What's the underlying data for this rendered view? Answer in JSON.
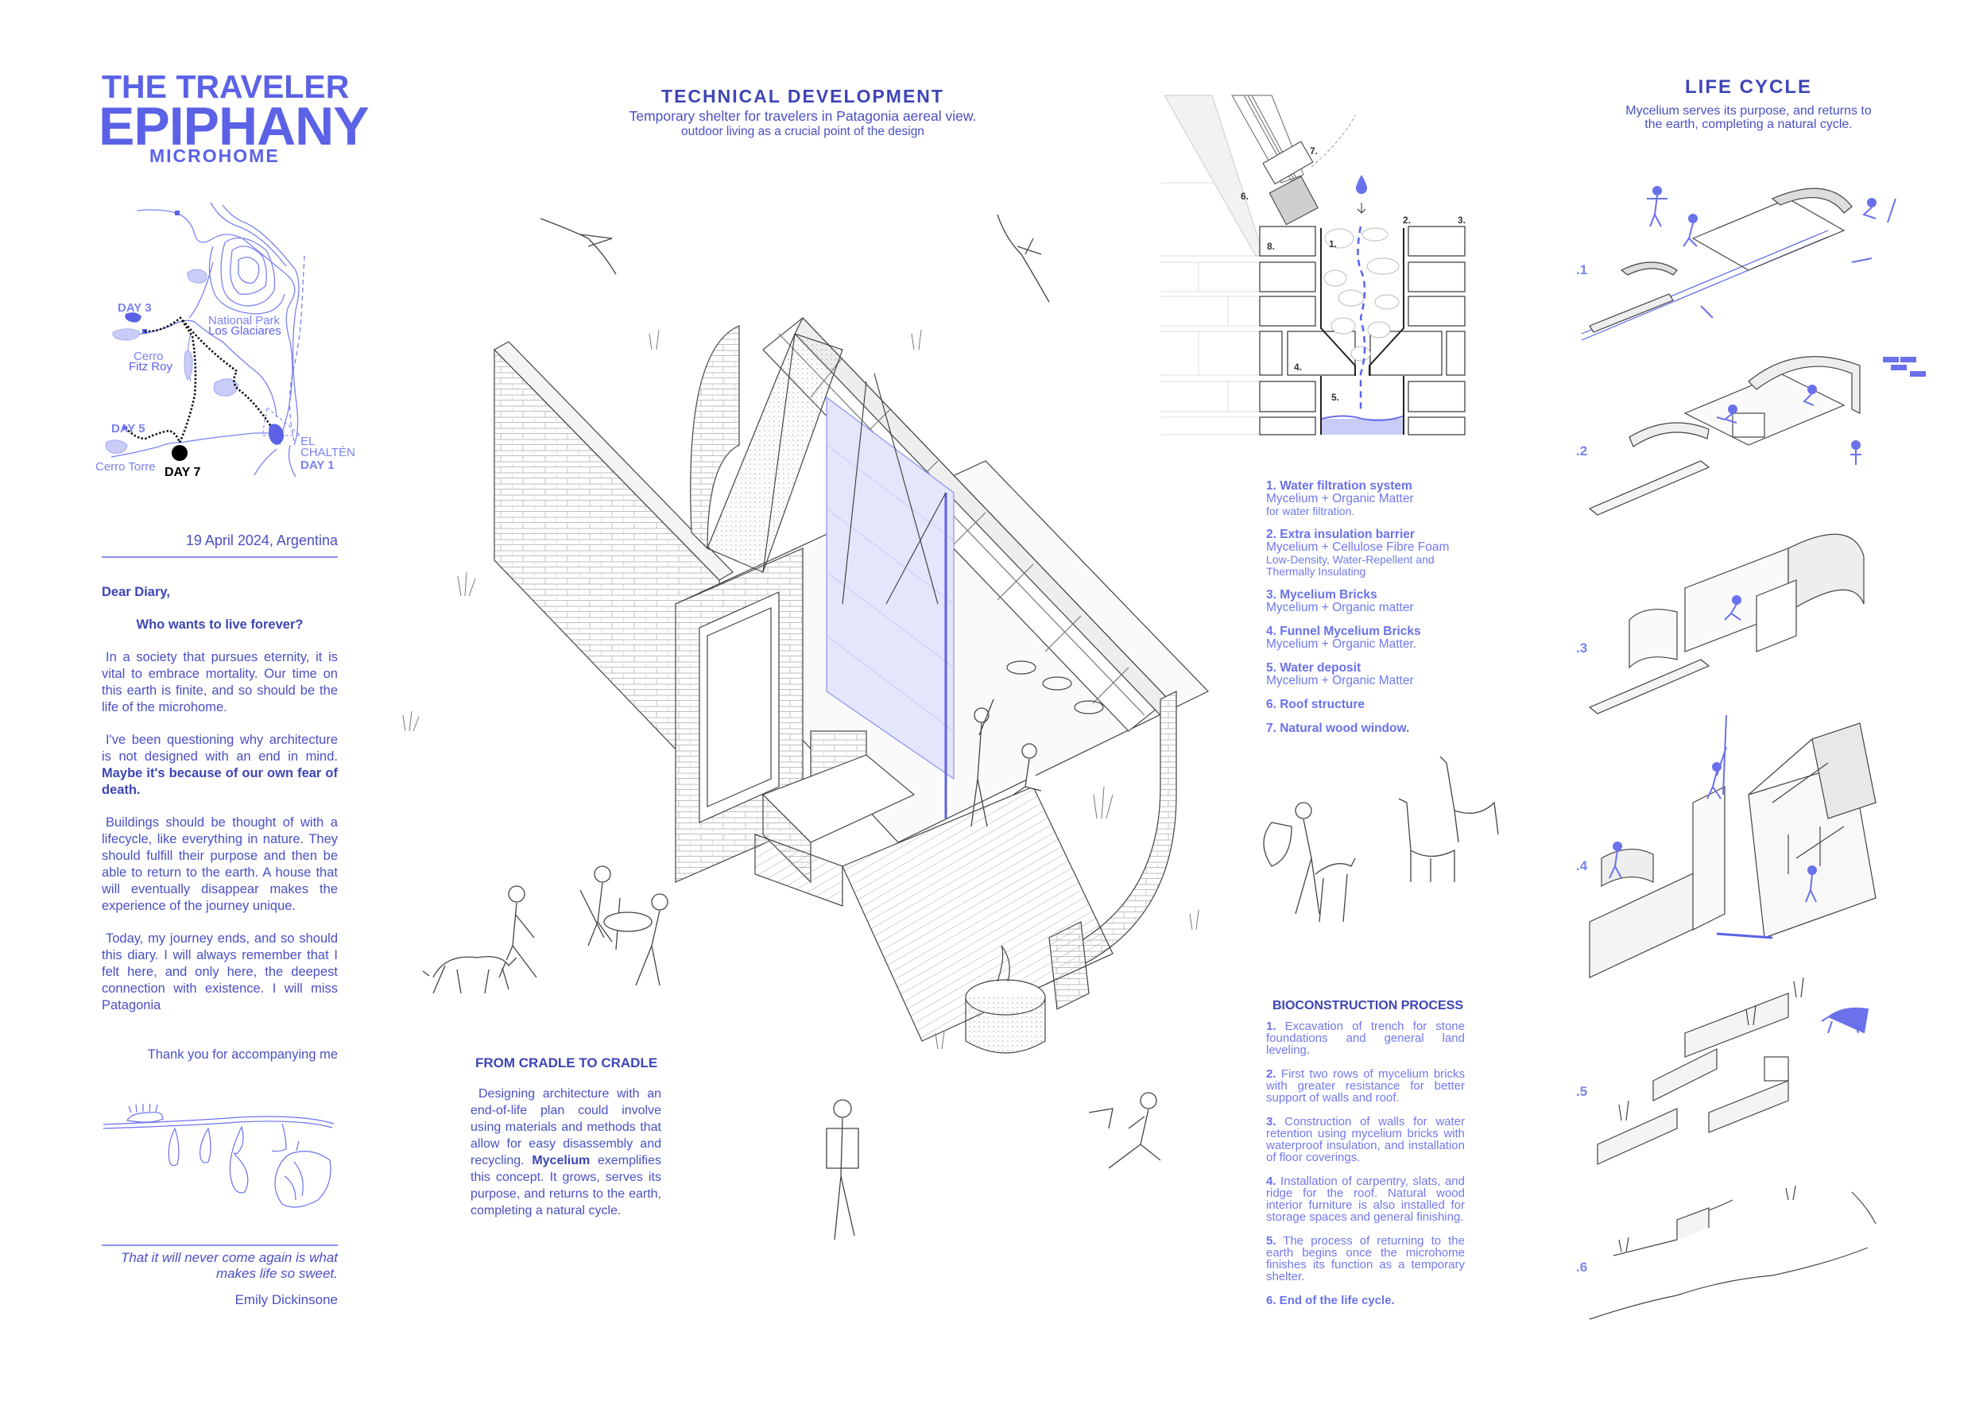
{
  "title": {
    "line1": "THE TRAVELER",
    "line2": "EPIPHANY",
    "line3": "MICROHOME"
  },
  "map": {
    "day3": "DAY 3",
    "park_line1": "National Park",
    "park_line2": "Los Glaciares",
    "fitzroy_line1": "Cerro",
    "fitzroy_line2": "Fitz Roy",
    "day5": "DAY 5",
    "cerro_torre": "Cerro Torre",
    "day7": "DAY 7",
    "chalten_line1": "EL",
    "chalten_line2": "CHALTÉN",
    "day1": "DAY 1"
  },
  "diary": {
    "date": "19 April 2024, Argentina",
    "greeting": "Dear Diary,",
    "question": "Who wants to live forever?",
    "p1": "In a society that pursues eternity, it is vital to embrace mortality. Our time on this earth is finite, and so should be the life of the microhome.",
    "p2_text": "I've been questioning why architecture is not designed with an end in mind. ",
    "p2_bold": "Maybe it's because of our own fear of death.",
    "p3": "Buildings should be thought of with a lifecycle, like everything in nature. They should fulfill their purpose and then be able to return to the earth. A house that will eventually disappear makes the experience of the journey unique.",
    "p4": "Today, my journey ends, and so should this diary. I will always remember that I felt here, and only here, the deepest connection with existence. I will miss Patagonia",
    "thanks": "Thank you for accompanying me",
    "quote": "That it will never come again is what makes life so sweet.",
    "author": "Emily Dickinsone"
  },
  "technical": {
    "title": "TECHNICAL DEVELOPMENT",
    "subtitle1": "Temporary shelter for travelers in Patagonia aereal view.",
    "subtitle2": "outdoor living as a crucial point of the design"
  },
  "cradle": {
    "title": "FROM CRADLE TO CRADLE",
    "text_pre": "Designing architecture with an end-of-life plan could involve using materials and methods that allow for easy disassembly and recycling. ",
    "text_bold": "Mycelium",
    "text_post": " exemplifies this concept. It grows, serves its purpose, and returns to the earth, completing a natural cycle."
  },
  "detail_labels": [
    "1.",
    "2.",
    "3.",
    "4.",
    "5.",
    "6.",
    "7.",
    "8."
  ],
  "legend": [
    {
      "title": "1. Water filtration system",
      "line1": "Mycelium + Organic Matter",
      "line2": "for water filtration."
    },
    {
      "title": "2. Extra insulation barrier",
      "line1": "Mycelium + Cellulose Fibre Foam",
      "line2": "Low-Density, Water-Repellent and Thermally Insulating"
    },
    {
      "title": "3. Mycelium Bricks",
      "line1": "Mycelium + Organic matter"
    },
    {
      "title": "4. Funnel Mycelium Bricks",
      "line1": "Mycelium + Organic Matter."
    },
    {
      "title": "5. Water deposit",
      "line1": "Mycelium + Organic Matter"
    },
    {
      "title": "6. Roof structure"
    },
    {
      "title": "7. Natural wood window."
    }
  ],
  "bioconstruction": {
    "title": "BIOCONSTRUCTION PROCESS",
    "steps": [
      {
        "num": "1.",
        "text": " Excavation of trench for stone foundations and general land leveling."
      },
      {
        "num": "2.",
        "text": " First two rows of mycelium bricks with greater resistance for better support of walls and roof."
      },
      {
        "num": "3.",
        "text": " Construction of walls for water retention using mycelium bricks with waterproof insulation, and installation of floor coverings."
      },
      {
        "num": "4.",
        "text": " Installation of carpentry, slats, and ridge for the roof. Natural wood interior furniture is also installed for storage spaces and general finishing."
      },
      {
        "num": "5.",
        "text": " The process of returning to the earth begins once the microhome finishes its function as a temporary shelter."
      },
      {
        "num": "6.",
        "text": " End of the life cycle."
      }
    ]
  },
  "life_cycle": {
    "title": "LIFE CYCLE",
    "subtitle1": "Mycelium serves its purpose, and returns to",
    "subtitle2": "the earth, completing a natural cycle.",
    "stages": [
      ".1",
      ".2",
      ".3",
      ".4",
      ".5",
      ".6"
    ]
  },
  "colors": {
    "title": "#5b62e6",
    "heading": "#3d45b5",
    "body": "#4a4fc4",
    "light": "#7b82ef",
    "line": "#555555"
  }
}
